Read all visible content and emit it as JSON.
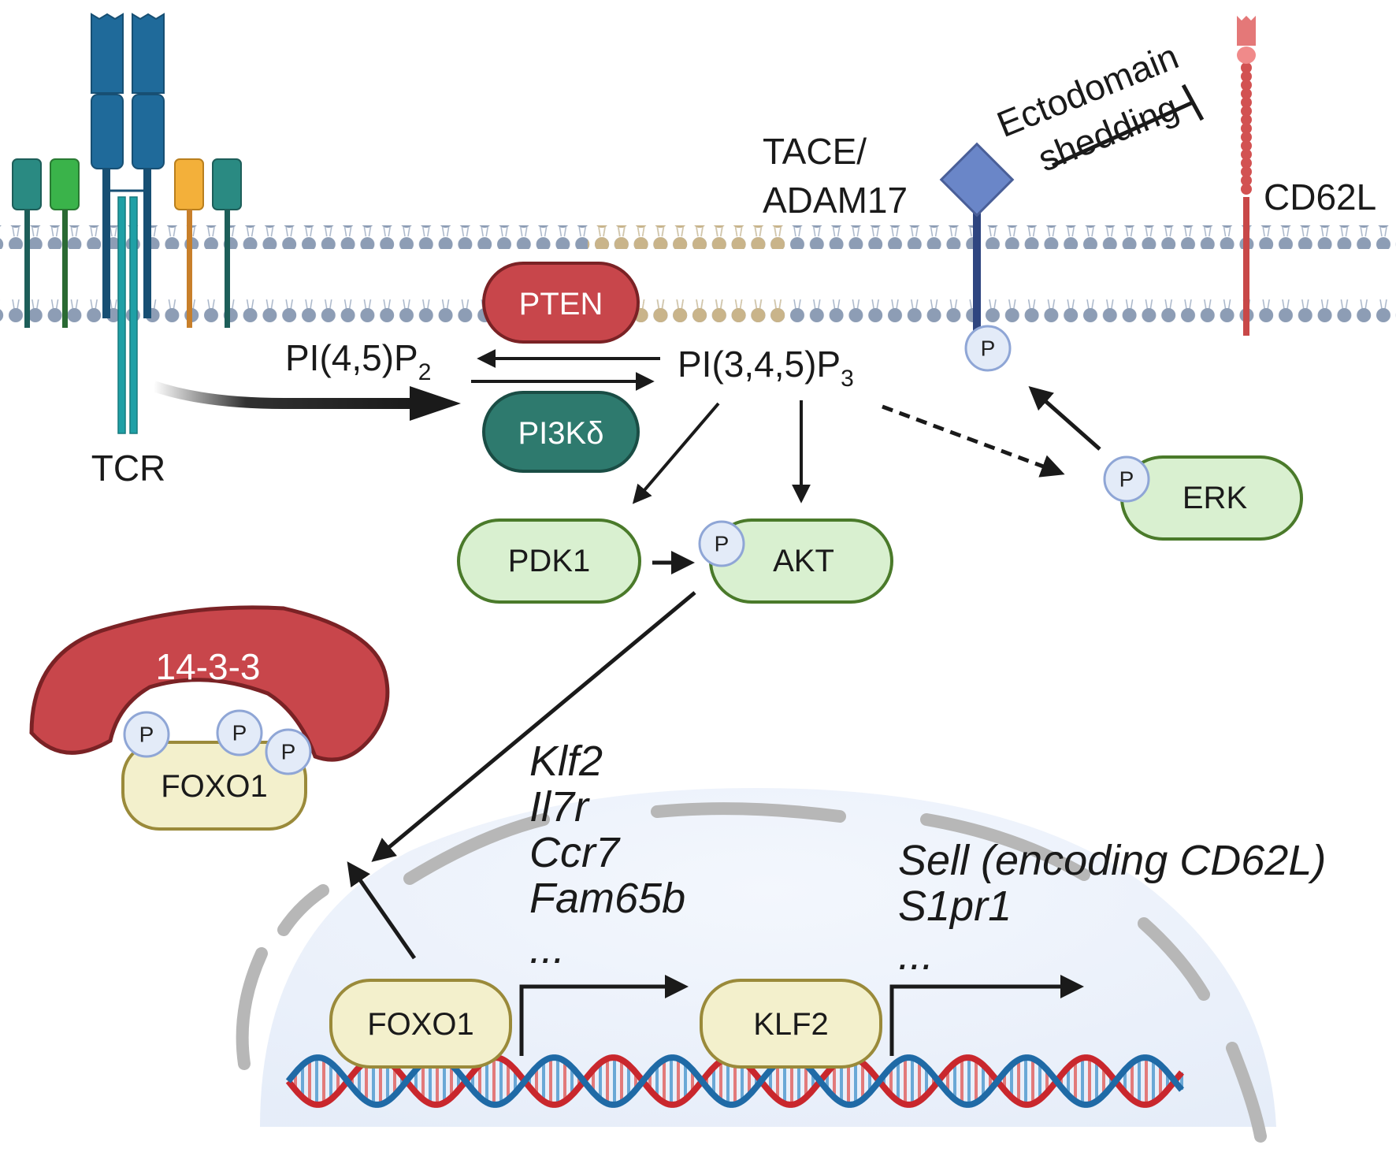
{
  "labels": {
    "tcr": "TCR",
    "pip2": "PI(4,5)P",
    "pip2_sub": "2",
    "pip3": "PI(3,4,5)P",
    "pip3_sub": "3",
    "tace": "TACE/",
    "adam17": "ADAM17",
    "cd62l": "CD62L",
    "ecto": "Ectodomain",
    "shedding": "shedding"
  },
  "proteins": {
    "pten": "PTEN",
    "pi3k": "PI3Kδ",
    "pdk1": "PDK1",
    "akt": "AKT",
    "erk": "ERK",
    "foxo1_cyto": "FOXO1",
    "foxo1_nuc": "FOXO1",
    "klf2": "KLF2",
    "c1433": "14-3-3",
    "p": "P"
  },
  "genes_foxo1": [
    "Klf2",
    "Il7r",
    "Ccr7",
    "Fam65b",
    "..."
  ],
  "genes_klf2": [
    "Sell (encoding CD62L)",
    "S1pr1",
    "..."
  ],
  "colors": {
    "membrane_lipid": "#8d9db5",
    "raft_lipid": "#c9b48a",
    "pten": "#c8464b",
    "pi3k": "#2e7a6e",
    "green_fill": "#d9f0d0",
    "green_stroke": "#4a7a2a",
    "foxo_fill": "#f3f0cc",
    "foxo_stroke": "#9a8a3a",
    "tace": "#6a86c8",
    "cd62l": "#d25252"
  }
}
